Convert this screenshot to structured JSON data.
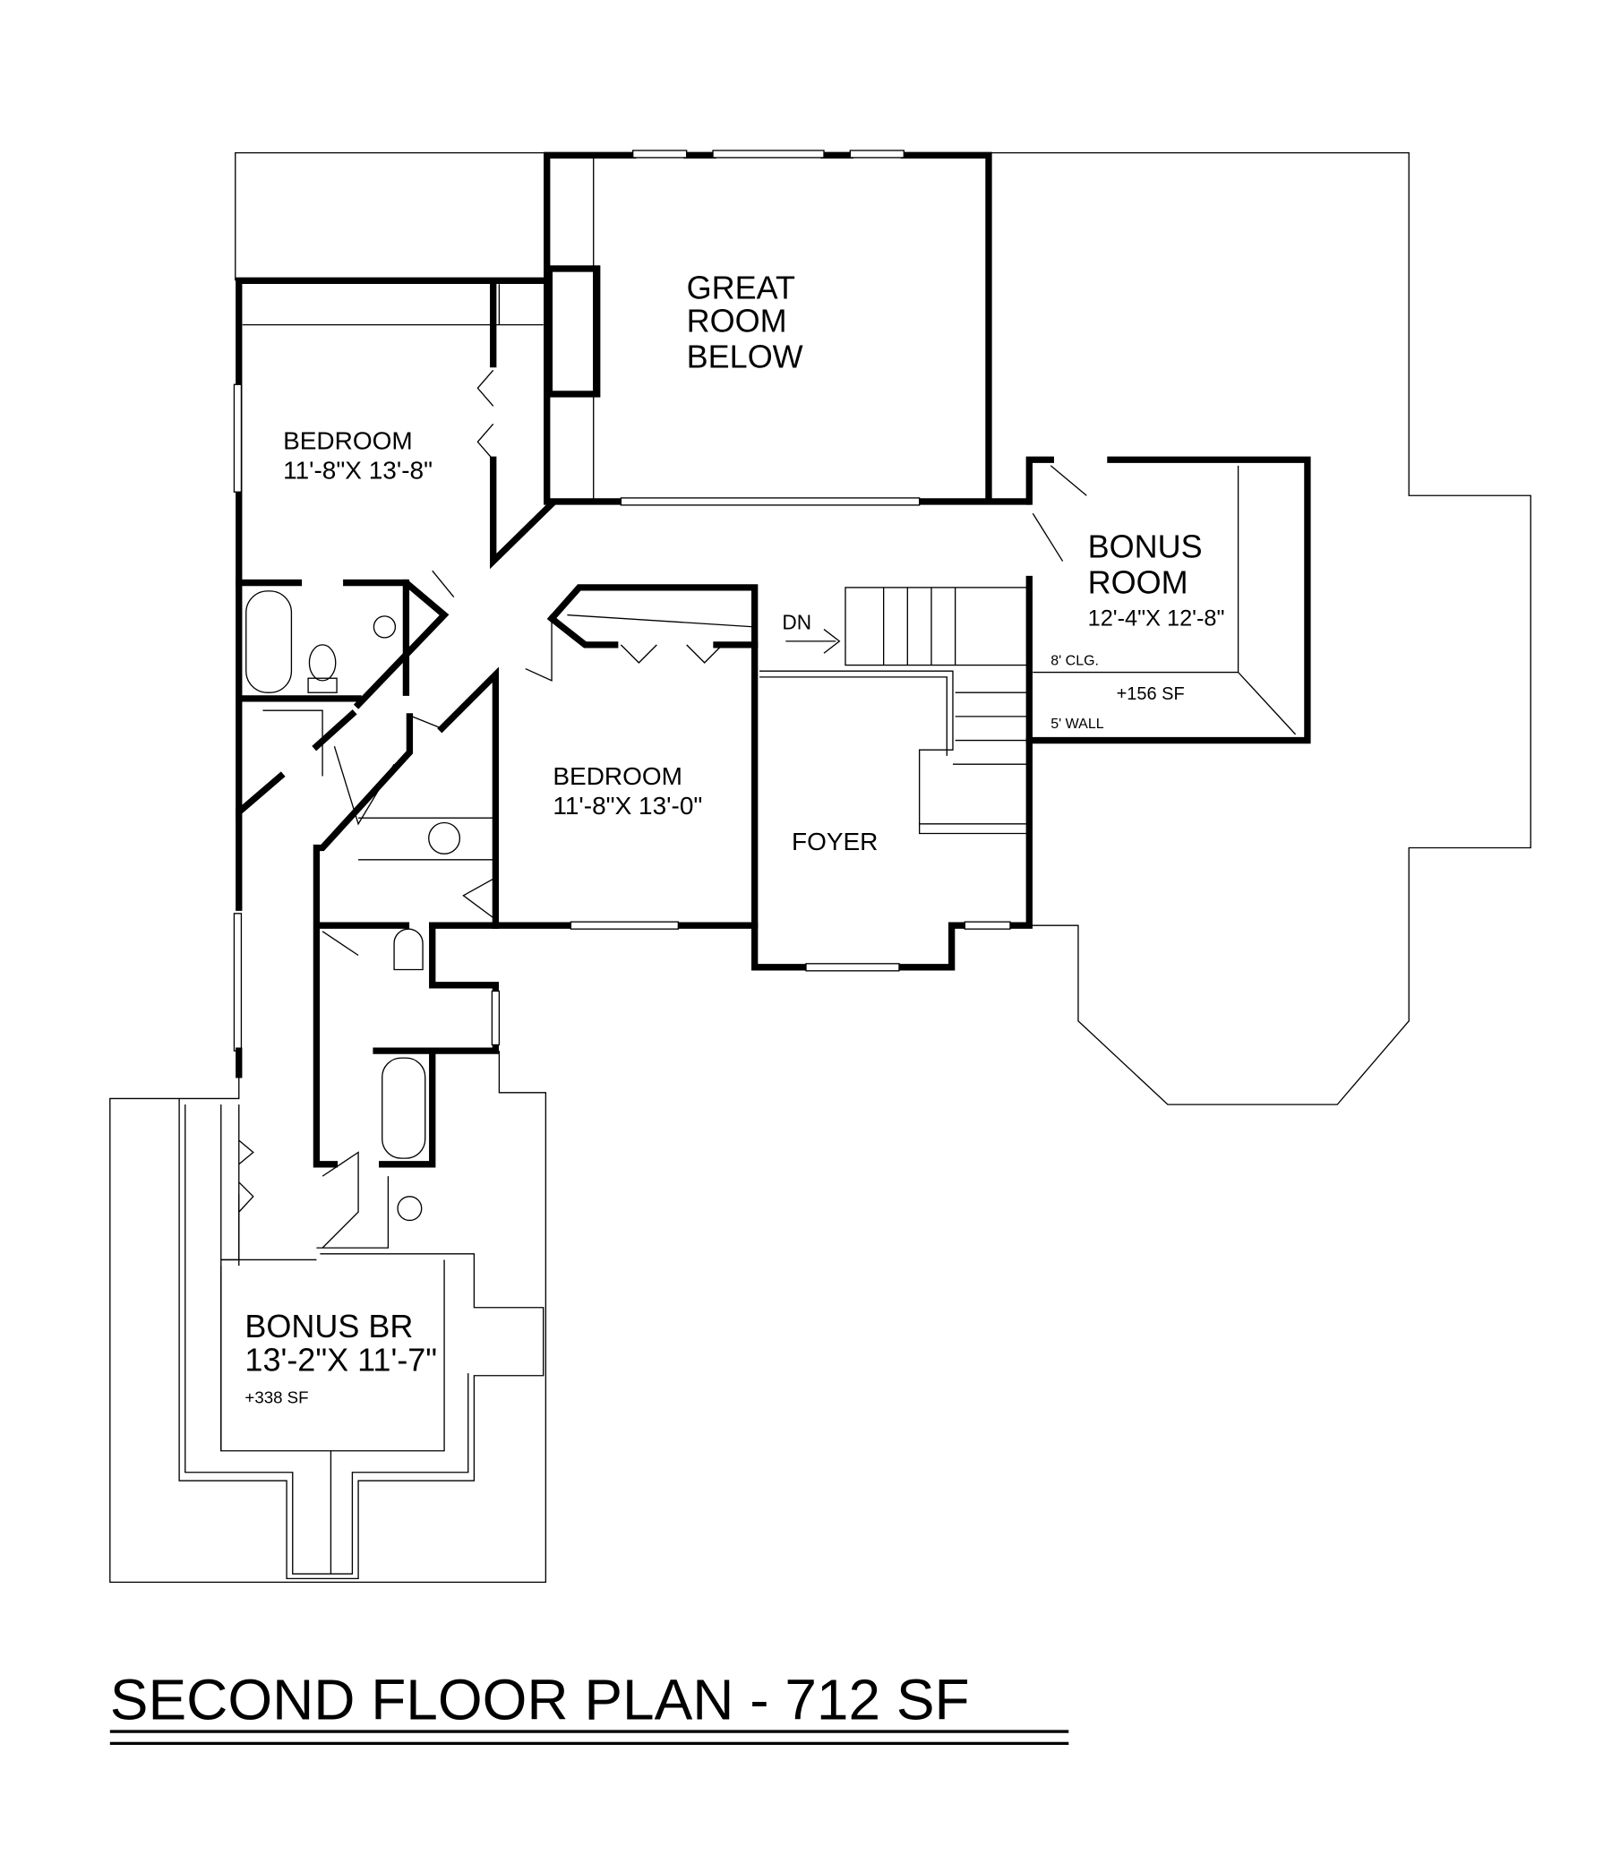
{
  "plan": {
    "title": "SECOND FLOOR PLAN - 712 SF",
    "rooms": {
      "great_room": {
        "line1": "GREAT",
        "line2": "ROOM",
        "line3": "BELOW"
      },
      "bedroom_1": {
        "name": "BEDROOM",
        "size": "11'-8\"X 13'-8\""
      },
      "bedroom_2": {
        "name": "BEDROOM",
        "size": "11'-8\"X 13'-0\""
      },
      "bonus_room": {
        "line1": "BONUS",
        "line2": "ROOM",
        "size": "12'-4\"X 12'-8\"",
        "ceiling": "8' CLG.",
        "extra": "+156 SF",
        "wall": "5' WALL"
      },
      "foyer": {
        "name": "FOYER"
      },
      "bonus_br": {
        "name": "BONUS BR",
        "size": "13'-2\"X 11'-7\"",
        "extra": "+338 SF"
      }
    },
    "stair_label": "DN"
  }
}
